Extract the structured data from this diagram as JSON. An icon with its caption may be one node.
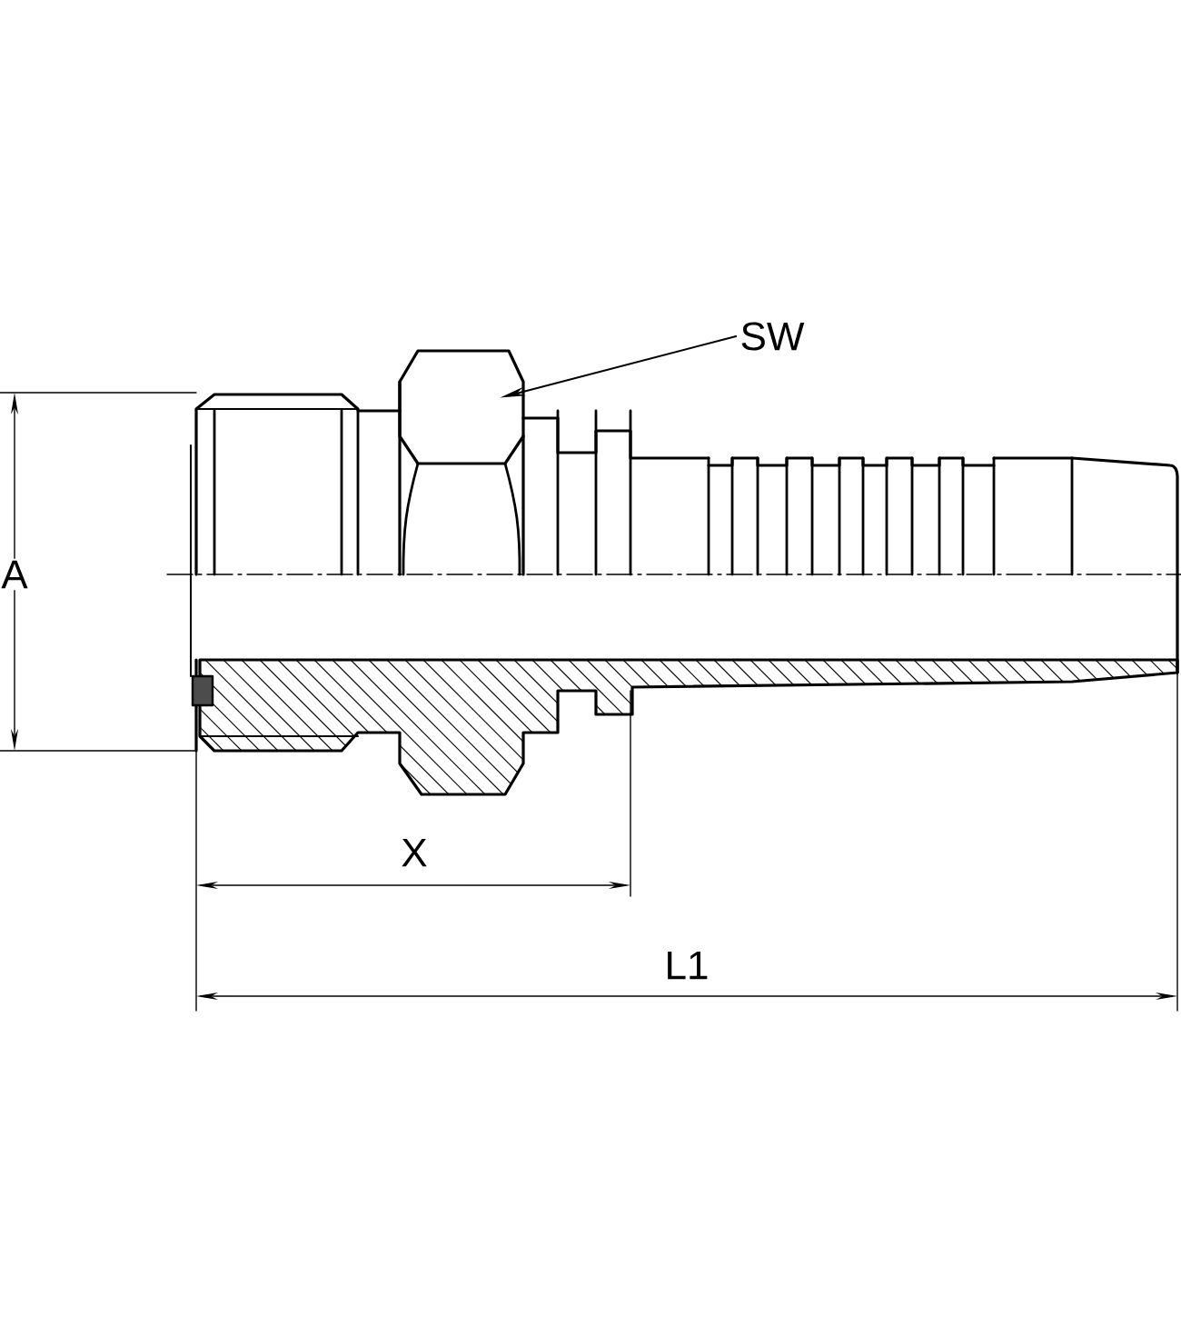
{
  "diagram": {
    "nodes": [
      {
        "text": [
          "SW"
        ]
      },
      {
        "text": [],
        "shape": "picture"
      }
    ],
    "edges": [
      {
        "from": 0,
        "to": 1,
        "arrow": "to"
      }
    ],
    "labels": [
      "A",
      "X",
      "L1"
    ]
  }
}
